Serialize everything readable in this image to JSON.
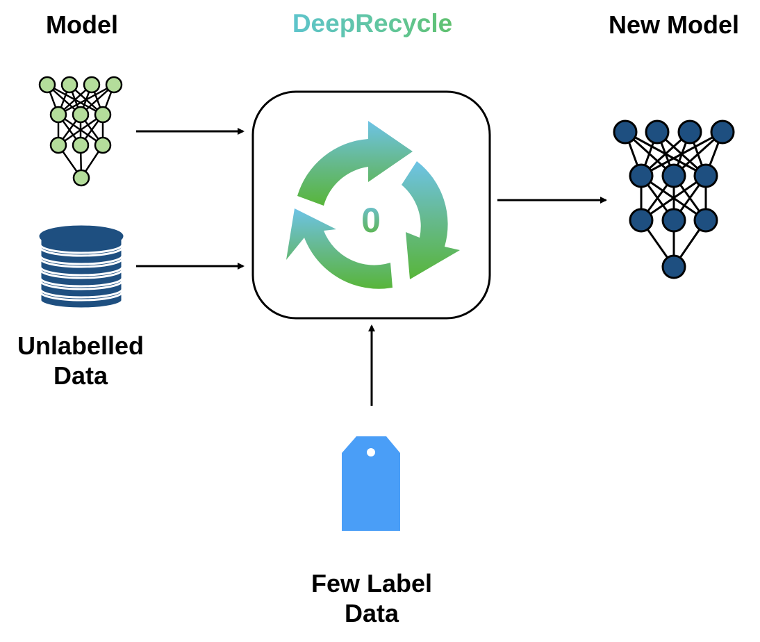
{
  "diagram": {
    "model_label": "Model",
    "tool_label": "DeepRecycle",
    "new_model_label": "New Model",
    "unlabelled_label_line1": "Unlabelled",
    "unlabelled_label_line2": "Data",
    "few_label_line1": "Few Label",
    "few_label_line2": "Data",
    "recycle_center_text": "0"
  },
  "colors": {
    "model_node": "#b4dd9b",
    "new_model_node": "#1e4f80",
    "database": "#1e4f80",
    "tag": "#4a9ef7",
    "recycle_top": "#6dc3e6",
    "recycle_bottom": "#58b53a"
  },
  "icons": [
    "small-network-icon",
    "database-icon",
    "recycle-icon",
    "tag-icon",
    "large-network-icon"
  ]
}
